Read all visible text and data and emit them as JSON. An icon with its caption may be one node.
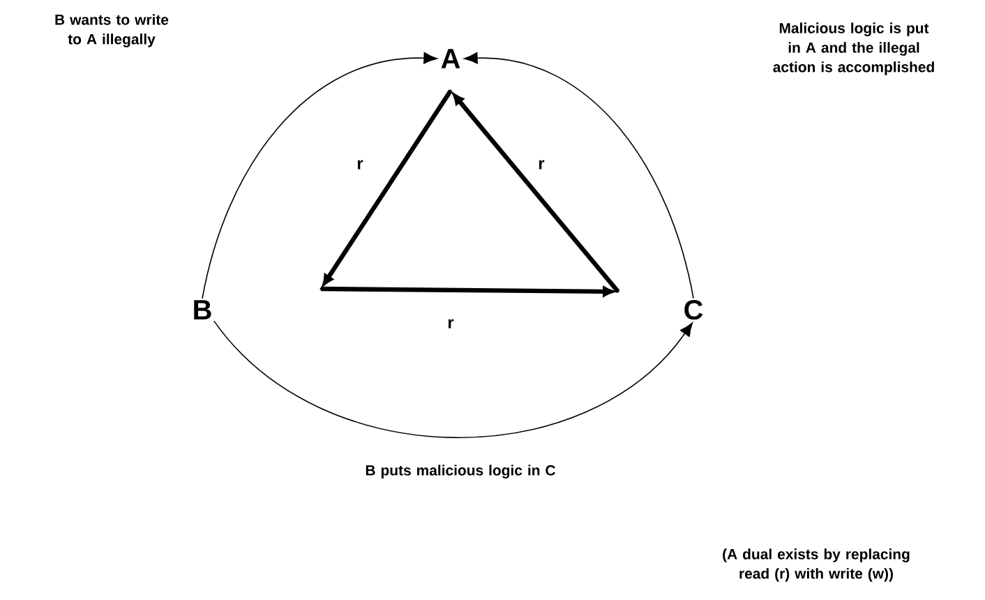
{
  "diagram": {
    "nodes": [
      {
        "text": [
          "A"
        ]
      },
      {
        "text": [
          "B"
        ]
      },
      {
        "text": [
          "C"
        ]
      },
      {
        "text": [],
        "shape": "point"
      },
      {
        "text": [],
        "shape": "point"
      },
      {
        "text": [],
        "shape": "point"
      }
    ],
    "edges": [
      {
        "from": 1,
        "to": 0,
        "arrow": "to"
      },
      {
        "from": 2,
        "to": 0,
        "arrow": "to"
      },
      {
        "from": 1,
        "to": 2,
        "arrow": "to"
      },
      {
        "from": 4,
        "to": 5,
        "arrow": "to",
        "label": "r",
        "style": "thick"
      },
      {
        "from": 5,
        "to": 3,
        "arrow": "to",
        "label": "r",
        "style": "thick"
      },
      {
        "from": 3,
        "to": 4,
        "arrow": "to",
        "label": "r",
        "style": "thick"
      }
    ],
    "labels": [
      "B wants to write to A illegally",
      "Malicious logic is put in A and the illegal action is accomplished",
      "B puts malicious logic in C",
      "(A dual exists by replacing read (r) with write (w))"
    ]
  }
}
